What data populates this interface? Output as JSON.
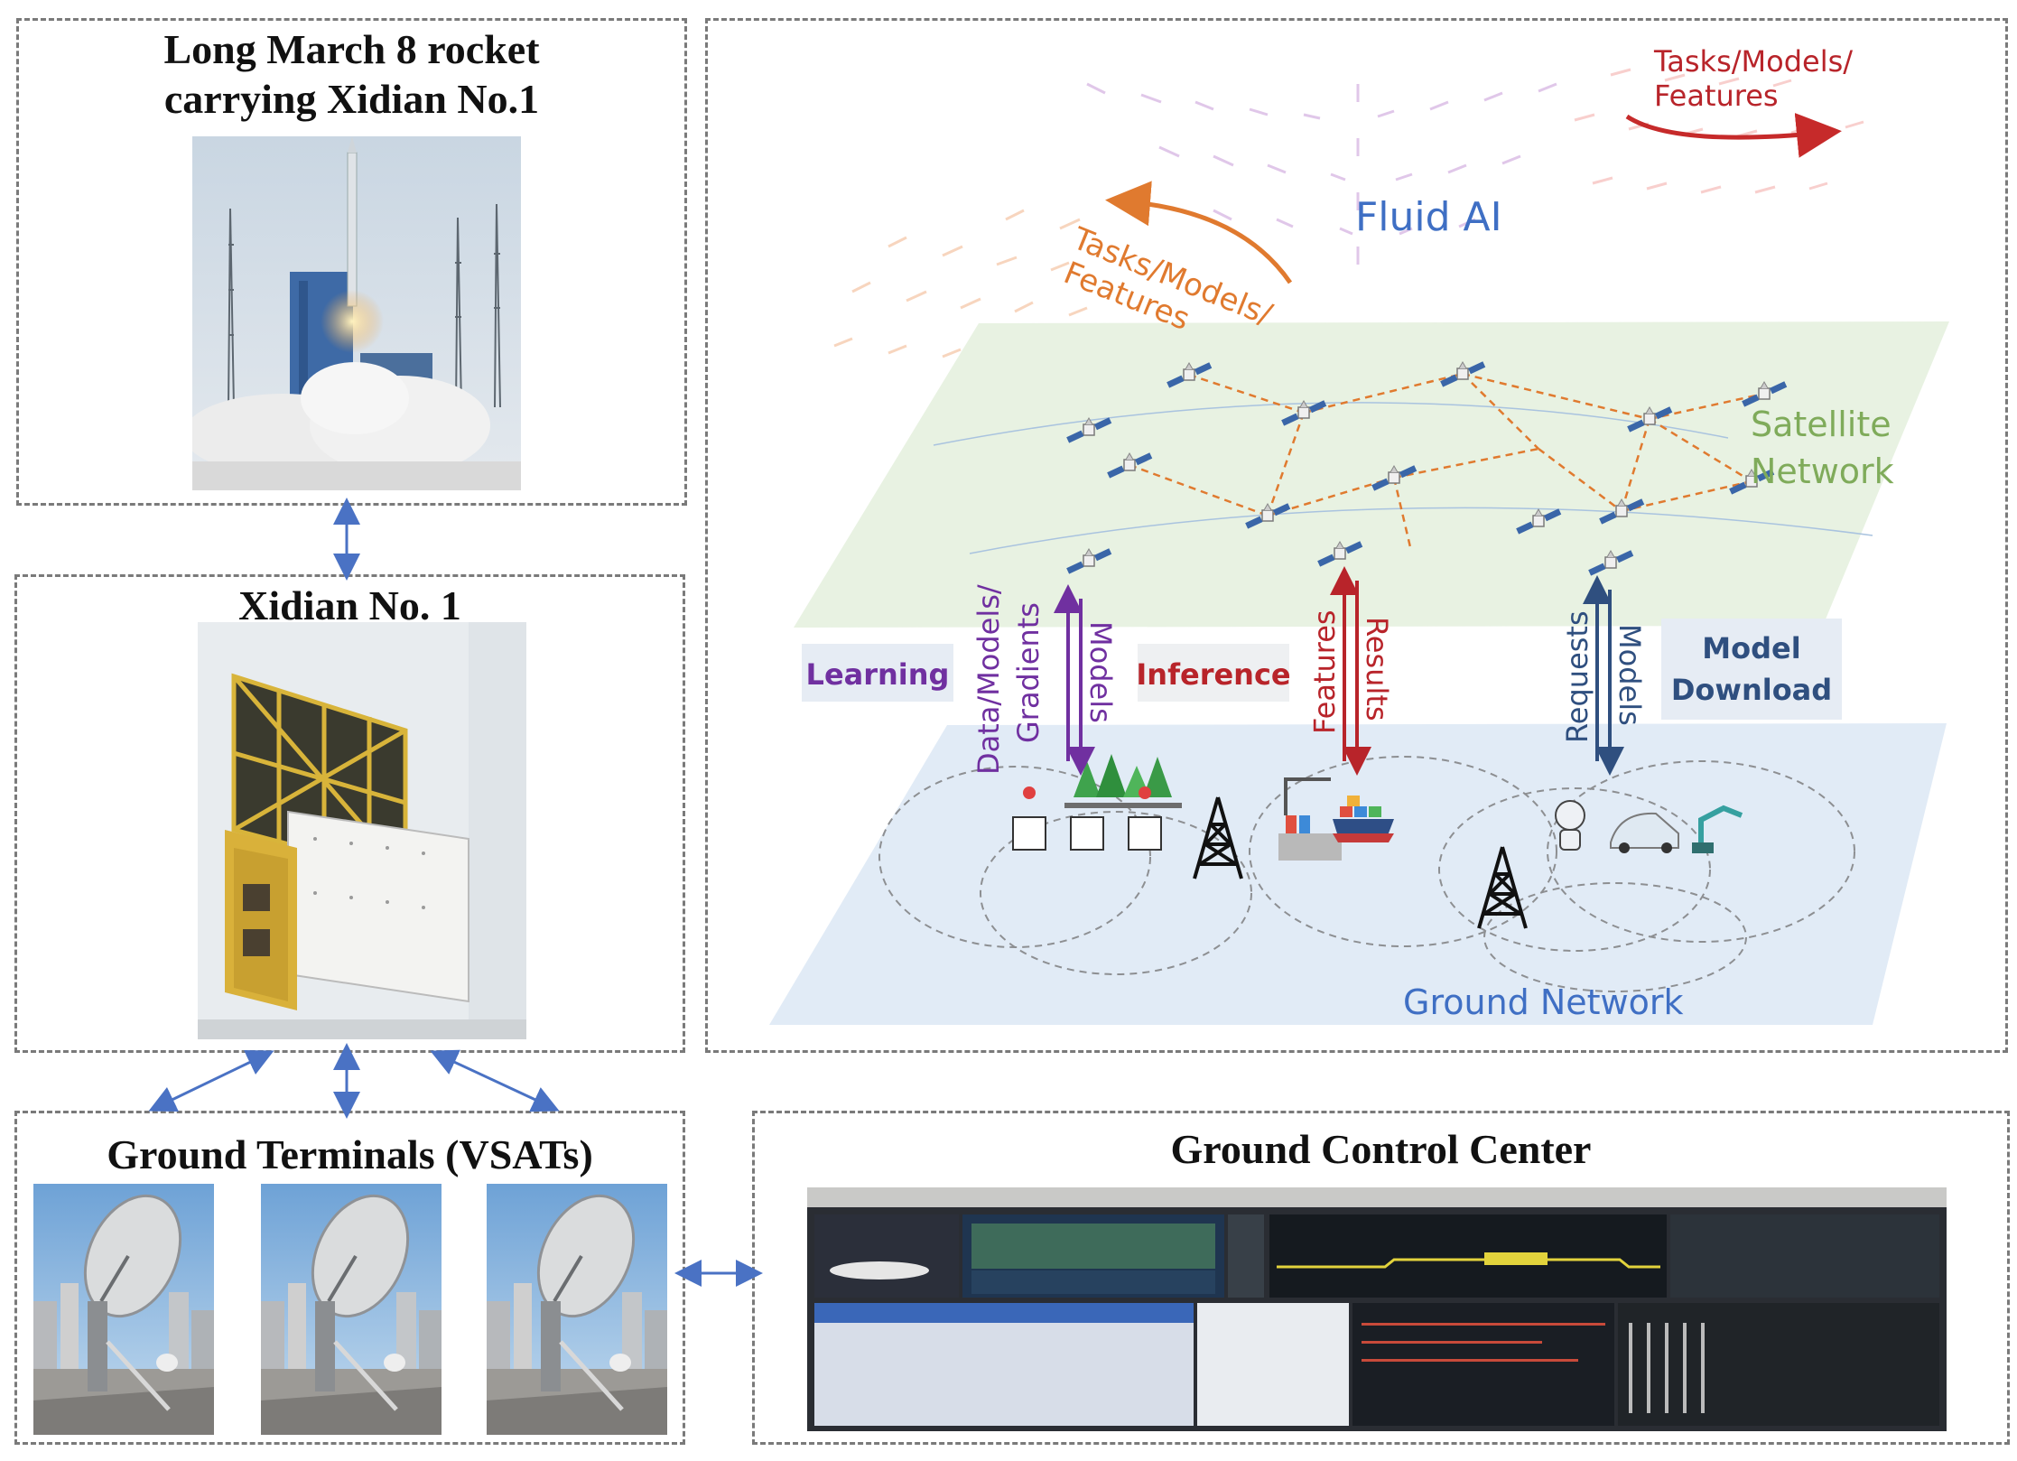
{
  "panels": {
    "rocket": {
      "title_line1": "Long March 8 rocket",
      "title_line2": "carrying Xidian No.1"
    },
    "satellite": {
      "title": "Xidian No. 1"
    },
    "terminals": {
      "title": "Ground Terminals (VSATs)"
    },
    "control": {
      "title": "Ground Control Center"
    }
  },
  "fluid_ai": {
    "label": "Fluid AI",
    "tasks_left_line1": "Tasks/Models/",
    "tasks_left_line2": "Features",
    "tasks_right_line1": "Tasks/Models/",
    "tasks_right_line2": "Features",
    "satellite_network_line1": "Satellite",
    "satellite_network_line2": "Network",
    "ground_network": "Ground Network",
    "learning": "Learning",
    "inference": "Inference",
    "model_download_line1": "Model",
    "model_download_line2": "Download",
    "data_models_line1": "Data/Models/",
    "data_models_line2": "Gradients",
    "models_left": "Models",
    "features": "Features",
    "results": "Results",
    "requests": "Requests",
    "models_right": "Models"
  },
  "colors": {
    "border": "#7a7a7a",
    "arrow_blue": "#4a72c4",
    "fluid_blue": "#3f6fc4",
    "orange": "#e07a2f",
    "red": "#b8242a",
    "purple": "#7030a0",
    "navy": "#2f4f7f",
    "green": "#7fab5a",
    "satellite_plane": "#e6f1df",
    "ground_plane": "#e1ebf6"
  }
}
